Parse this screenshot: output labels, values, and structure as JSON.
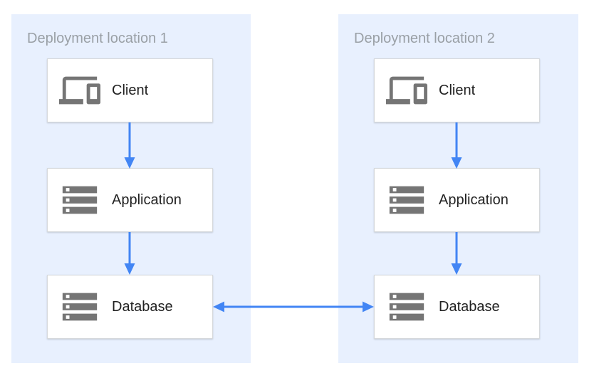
{
  "theme": {
    "canvas_bg": "#ffffff",
    "panel_bg": "#e8f0fe",
    "node_bg": "#ffffff",
    "node_border": "#d6d9dc",
    "arrow_color": "#4285f4",
    "icon_color": "#757575",
    "title_color": "#9aa0a6",
    "label_color": "#212121"
  },
  "panels": [
    {
      "title": "Deployment location 1",
      "nodes": [
        {
          "label": "Client",
          "icon": "devices-icon"
        },
        {
          "label": "Application",
          "icon": "server-stack-icon"
        },
        {
          "label": "Database",
          "icon": "server-stack-icon"
        }
      ]
    },
    {
      "title": "Deployment location 2",
      "nodes": [
        {
          "label": "Client",
          "icon": "devices-icon"
        },
        {
          "label": "Application",
          "icon": "server-stack-icon"
        },
        {
          "label": "Database",
          "icon": "server-stack-icon"
        }
      ]
    }
  ],
  "connections": [
    {
      "from": "Client",
      "to": "Application",
      "location": "Deployment location 1",
      "type": "arrow-down"
    },
    {
      "from": "Application",
      "to": "Database",
      "location": "Deployment location 1",
      "type": "arrow-down"
    },
    {
      "from": "Client",
      "to": "Application",
      "location": "Deployment location 2",
      "type": "arrow-down"
    },
    {
      "from": "Application",
      "to": "Database",
      "location": "Deployment location 2",
      "type": "arrow-down"
    },
    {
      "from": "Database (location 1)",
      "to": "Database (location 2)",
      "type": "arrow-bidirectional"
    }
  ]
}
